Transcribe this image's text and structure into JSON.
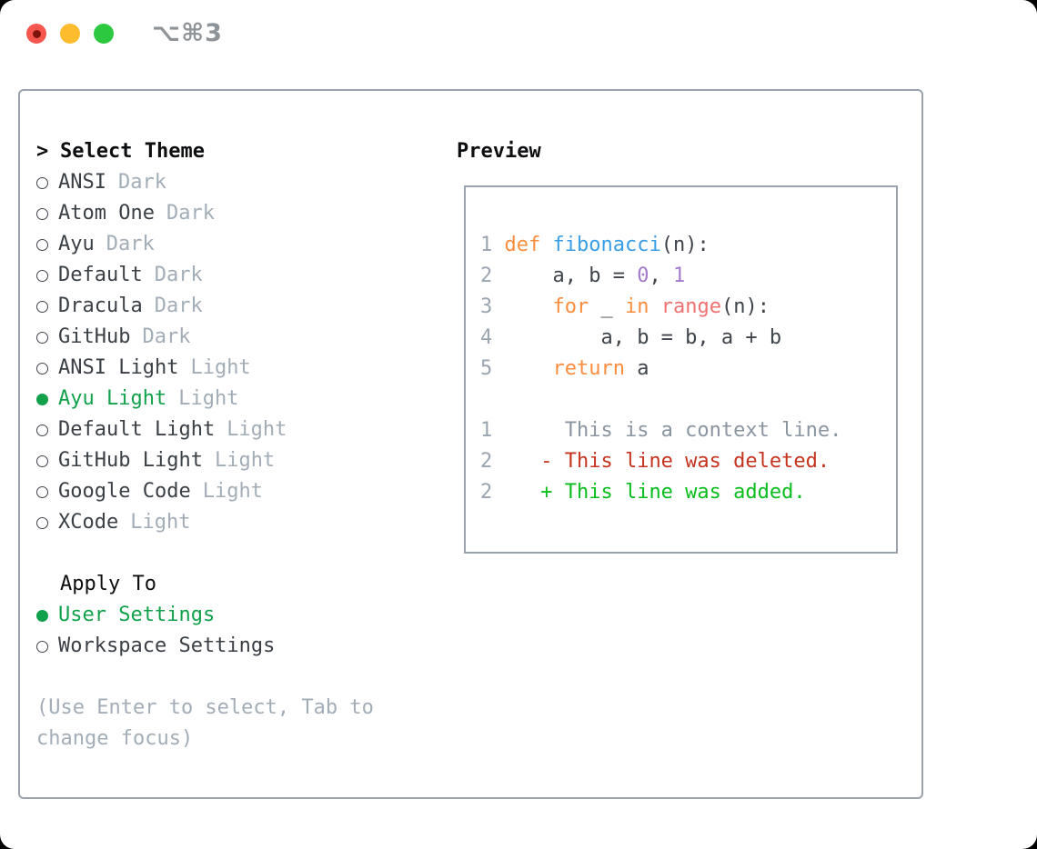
{
  "window": {
    "shortcut": "⌥⌘3",
    "traffic_lights": [
      "close",
      "minimize",
      "zoom"
    ]
  },
  "theme_selector": {
    "prompt": ">",
    "title": "Select Theme",
    "items": [
      {
        "name": "ANSI",
        "variant": "Dark",
        "selected": false
      },
      {
        "name": "Atom One",
        "variant": "Dark",
        "selected": false
      },
      {
        "name": "Ayu",
        "variant": "Dark",
        "selected": false
      },
      {
        "name": "Default",
        "variant": "Dark",
        "selected": false
      },
      {
        "name": "Dracula",
        "variant": "Dark",
        "selected": false
      },
      {
        "name": "GitHub",
        "variant": "Dark",
        "selected": false
      },
      {
        "name": "ANSI Light",
        "variant": "Light",
        "selected": false
      },
      {
        "name": "Ayu Light",
        "variant": "Light",
        "selected": true
      },
      {
        "name": "Default Light",
        "variant": "Light",
        "selected": false
      },
      {
        "name": "GitHub Light",
        "variant": "Light",
        "selected": false
      },
      {
        "name": "Google Code",
        "variant": "Light",
        "selected": false
      },
      {
        "name": "XCode",
        "variant": "Light",
        "selected": false
      }
    ]
  },
  "apply_to": {
    "title": "Apply To",
    "options": [
      {
        "label": "User Settings",
        "selected": true
      },
      {
        "label": "Workspace Settings",
        "selected": false
      }
    ]
  },
  "hint": "(Use Enter to select, Tab to change focus)",
  "preview": {
    "title": "Preview",
    "code_lines": [
      {
        "num": "1",
        "tokens": [
          {
            "t": "def",
            "c": "keyword"
          },
          {
            "t": " ",
            "c": "plain"
          },
          {
            "t": "fibonacci",
            "c": "function"
          },
          {
            "t": "(n):",
            "c": "plain"
          }
        ]
      },
      {
        "num": "2",
        "tokens": [
          {
            "t": "    a, b = ",
            "c": "plain"
          },
          {
            "t": "0",
            "c": "number"
          },
          {
            "t": ", ",
            "c": "plain"
          },
          {
            "t": "1",
            "c": "number"
          }
        ]
      },
      {
        "num": "3",
        "tokens": [
          {
            "t": "    ",
            "c": "plain"
          },
          {
            "t": "for",
            "c": "keyword"
          },
          {
            "t": " _ ",
            "c": "plain"
          },
          {
            "t": "in",
            "c": "keyword"
          },
          {
            "t": " ",
            "c": "plain"
          },
          {
            "t": "range",
            "c": "builtin"
          },
          {
            "t": "(n):",
            "c": "plain"
          }
        ]
      },
      {
        "num": "4",
        "tokens": [
          {
            "t": "        a, b = b, a + b",
            "c": "plain"
          }
        ]
      },
      {
        "num": "5",
        "tokens": [
          {
            "t": "    ",
            "c": "plain"
          },
          {
            "t": "return",
            "c": "keyword"
          },
          {
            "t": " a",
            "c": "plain"
          }
        ]
      }
    ],
    "diff_lines": [
      {
        "num": "1",
        "marker": " ",
        "kind": "context",
        "text": "This is a context line."
      },
      {
        "num": "2",
        "marker": "-",
        "kind": "deleted",
        "text": "This line was deleted."
      },
      {
        "num": "2",
        "marker": "+",
        "kind": "added",
        "text": "This line was added."
      }
    ]
  },
  "colors": {
    "accent_green": "#12A14B",
    "panel_border": "#99A2AD",
    "text_primary": "#3B4046",
    "text_black": "#0D0E10",
    "text_muted": "#A3ADB8",
    "line_number": "#9AA5B1",
    "syntax_plain": "#3F444B",
    "syntax_keyword": "#FA8D3E",
    "syntax_function": "#399EE6",
    "syntax_number": "#A37ACC",
    "syntax_builtin": "#F07171",
    "diff_context": "#8B95A1",
    "diff_deleted": "#C5341F",
    "diff_added": "#0ABD1E",
    "traffic_red": "#F7564F",
    "traffic_red_dot": "#7E150D",
    "traffic_yellow": "#FDBC2E",
    "traffic_green": "#2BC840",
    "shortcut_gray": "#8E9398"
  }
}
